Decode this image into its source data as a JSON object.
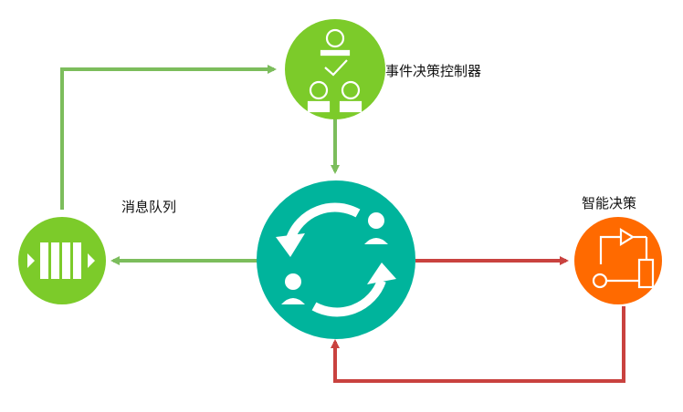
{
  "nodes": {
    "controller": {
      "label": "事件决策控制器",
      "color": "#7ccb2a"
    },
    "hub": {
      "color": "#00b49c"
    },
    "queue": {
      "label": "消息队列",
      "color": "#7ccb2a"
    },
    "decision": {
      "label": "智能决策",
      "color": "#ff6a00"
    }
  },
  "edges": {
    "green": "#7cbd5c",
    "red": "#c9423f"
  }
}
